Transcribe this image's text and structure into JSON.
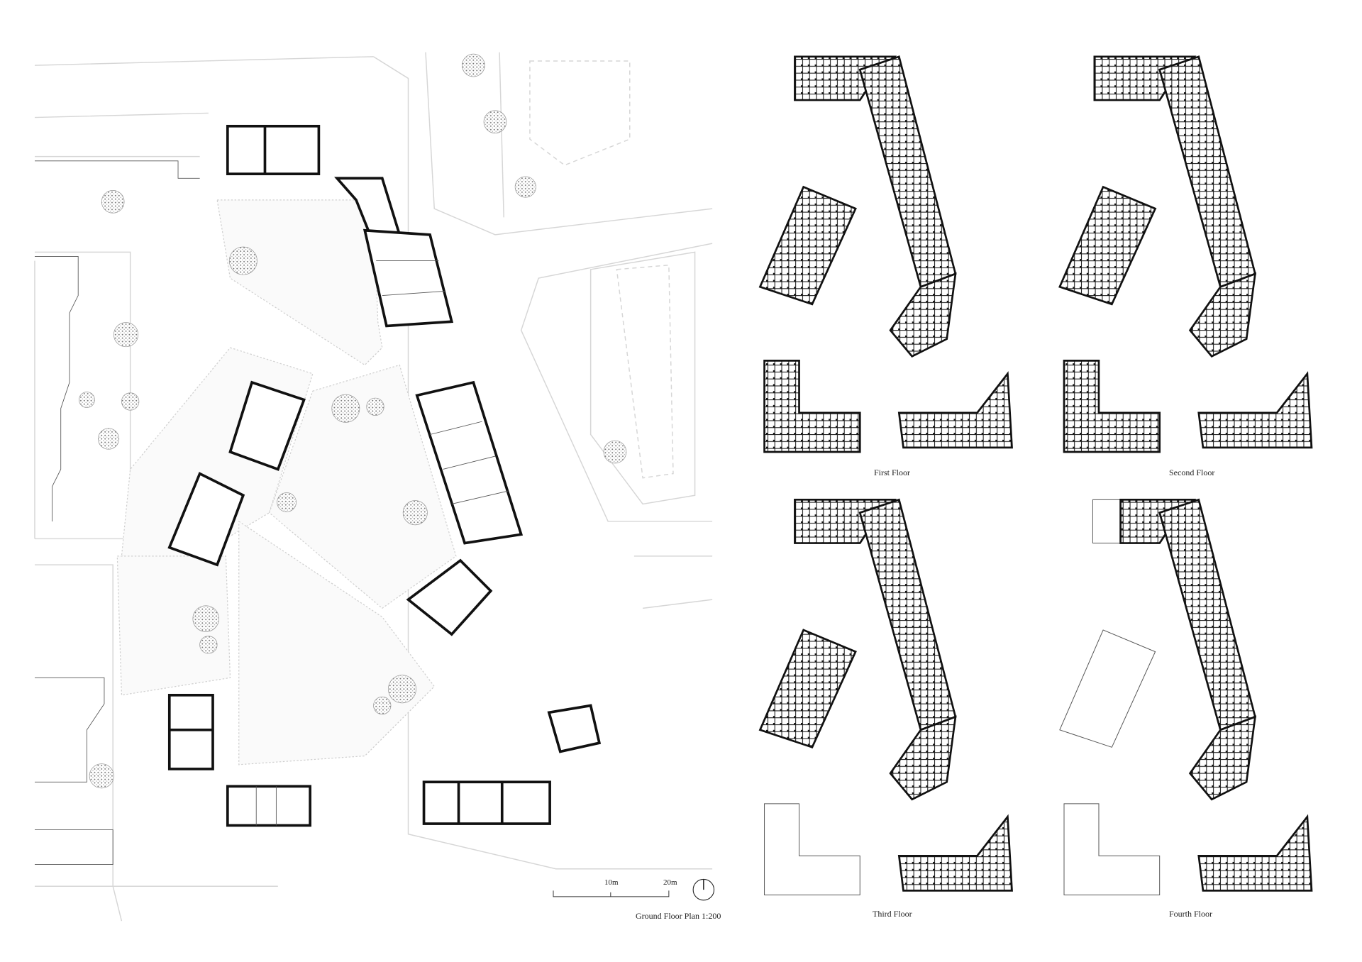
{
  "ground_plan": {
    "title": "Ground Floor Plan 1:200",
    "scale_bar": {
      "mid_label": "10m",
      "end_label": "20m"
    },
    "north_arrow_icon": "north-arrow-icon"
  },
  "floor_plans": [
    {
      "label": "First Floor"
    },
    {
      "label": "Second Floor"
    },
    {
      "label": "Third Floor"
    },
    {
      "label": "Fourth Floor"
    }
  ]
}
